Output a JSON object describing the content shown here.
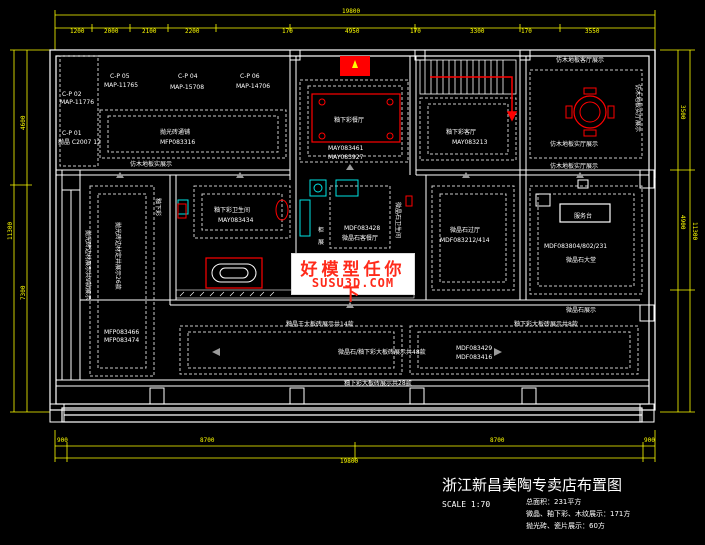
{
  "colors": {
    "background": "#000000",
    "wall": "#ffffff",
    "dimension": "#ffff00",
    "label": "#ffffff",
    "accent": "#ff0000",
    "furniture": "#00e5e5",
    "dashed": "#c8c8c8"
  },
  "dimensions": {
    "top_total": "19800",
    "top_segments": [
      "1200",
      "2000",
      "2100",
      "2200",
      "170",
      "4950",
      "170",
      "3300",
      "170",
      "3550"
    ],
    "bottom_total": "19800",
    "bottom_segments": [
      "900",
      "8700",
      "8700",
      "900"
    ],
    "left_total": "11300",
    "left_segments": [
      "4600",
      "7300"
    ],
    "right_total": "11300",
    "right_segments": [
      "3500",
      "4900"
    ]
  },
  "labels": {
    "cp02": "C-P 02",
    "cp05": "C-P 05",
    "cp04": "C-P 04",
    "cp06": "C-P 06",
    "cp01": "C-P 01",
    "map_left": "MAP-11776",
    "map_1": "MAP-11765",
    "map_2": "MAP-15708",
    "map_3": "MAP-14706",
    "jijing": "抛晶 C2007 12",
    "pg_title": "抛光砖通铺",
    "pg_code": "MFP083316",
    "dining": "釉下彩餐厅",
    "dining_code1": "MAY083461",
    "dining_code2": "MAY083927",
    "living": "釉下彩客厅",
    "living_code": "MAY083213",
    "study": "仿木地板客厅展示",
    "study_sub": "仿木地板实厅展示",
    "strip1": "仿木地板实展示",
    "strip2": "仿木地板实厅展示",
    "right_vert": "仿木地板实厅展示",
    "bath": "釉下彩卫生间",
    "bath_code": "MAY083434",
    "leftcol_title": "抛光砖边材定井展示26款",
    "leftcol_code1": "MFP083466",
    "leftcol_code2": "MFP083474",
    "center_code": "MDF083428",
    "center_sub": "微晶石客餐厅",
    "center_vert": "微晶石卫生间",
    "crystal": "微晶石过厅",
    "crystal_code": "MDF083212/414",
    "service": "服务台",
    "service_code": "MDF083804/802/231",
    "service_sub": "微晶石大堂",
    "vert_mid1": "柜",
    "vert_mid2": "展",
    "belt_top": "釉晶王大板砖展示共14款",
    "belt_right": "釉下彩大板砖展示共8款",
    "belt_bottom_title": "微晶石/釉下彩大板砖展示共48款",
    "belt_code1": "MDF083429",
    "belt_code2": "MDF083416",
    "belt_right2": "微晶石展示",
    "bottom_strip": "釉下彩大板砖展示共28款",
    "left_vert_1": "边",
    "left_vert_2": "抛光砖边材展示共9款展示",
    "tv_area": "展",
    "small_vert": "釉下彩"
  },
  "watermark": {
    "line1": "好模型任你下",
    "line2": "SUSU3D.COM"
  },
  "title_block": {
    "title": "浙江新昌美陶专卖店布置图",
    "scale": "SCALE 1:70",
    "stat1": "总面积：231平方",
    "stat2": "微晶、釉下彩、木纹展示：171方",
    "stat3": "抛光砖、瓷片展示：60方"
  }
}
